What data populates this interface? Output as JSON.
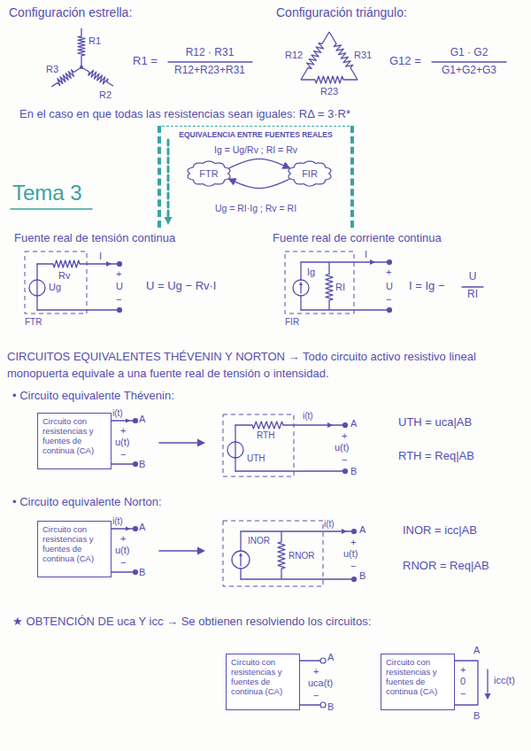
{
  "diagram": {
    "nodes": [
      {
        "text": [
          "EQUIVALENCIA ENTRE FUENTES REALES",
          "Ig = Ug/Rv ; RI = Rv",
          "Ug = RI·Ig ; Rv = RI"
        ]
      },
      {
        "text": [
          "FTR"
        ],
        "in": 0
      },
      {
        "text": [
          "FIR"
        ],
        "in": 0
      },
      {
        "text": [
          "Circuito con resistencias y fuentes de continua (CA)"
        ]
      },
      {
        "text": [
          "Circuito con resistencias y fuentes de continua (CA)"
        ]
      },
      {
        "text": [
          "Circuito con resistencias y fuentes de continua (CA)"
        ]
      },
      {
        "text": [
          "Circuito con resistencias y fuentes de continua (CA)"
        ]
      }
    ],
    "edges": [
      {
        "from": 1,
        "to": 2,
        "arrow": "to"
      },
      {
        "from": 2,
        "to": 1,
        "arrow": "to"
      }
    ],
    "labels": [
      "Configuración estrella:",
      "R1",
      "R2",
      "R3",
      "R1 =",
      "R12 · R31",
      "R12+R23+R31",
      "Configuración triángulo:",
      "R12",
      "R31",
      "R23",
      "G12 =",
      "G1 · G2",
      "G1+G2+G3",
      "En el caso en que todas las resistencias sean iguales: RΔ = 3·R*",
      "Tema 3",
      "Fuente real de tensión continua",
      "Rv",
      "I",
      "+",
      "U",
      "−",
      "Ug",
      "FTR",
      "U = Ug − Rv·I",
      "Fuente real de corriente continua",
      "Ig",
      "RI",
      "I",
      "+",
      "U",
      "−",
      "FIR",
      "I = Ig −",
      "U",
      "RI",
      "CIRCUITOS EQUIVALENTES THÉVENIN Y NORTON → Todo circuito activo resistivo lineal monopuerta equivale a una fuente real de tensión o intensidad.",
      "• Circuito equivalente Thévenin:",
      "A",
      "i(t)",
      "+",
      "u(t)",
      "−",
      "B",
      "RTH",
      "UTH",
      "i(t)",
      "A",
      "+",
      "u(t)",
      "−",
      "B",
      "UTH = uca|AB",
      "RTH = Req|AB",
      "• Circuito equivalente Norton:",
      "A",
      "i(t)",
      "+",
      "u(t)",
      "−",
      "B",
      "INOR",
      "RNOR",
      "i(t)",
      "A",
      "+",
      "u(t)",
      "−",
      "B",
      "INOR = icc|AB",
      "RNOR = Req|AB",
      "★ OBTENCIÓN DE uca Y icc → Se obtienen resolviendo los circuitos:",
      "A",
      "+",
      "uca(t)",
      "−",
      "B",
      "A",
      "+",
      "0",
      "−",
      "B",
      "icc(t)"
    ]
  }
}
